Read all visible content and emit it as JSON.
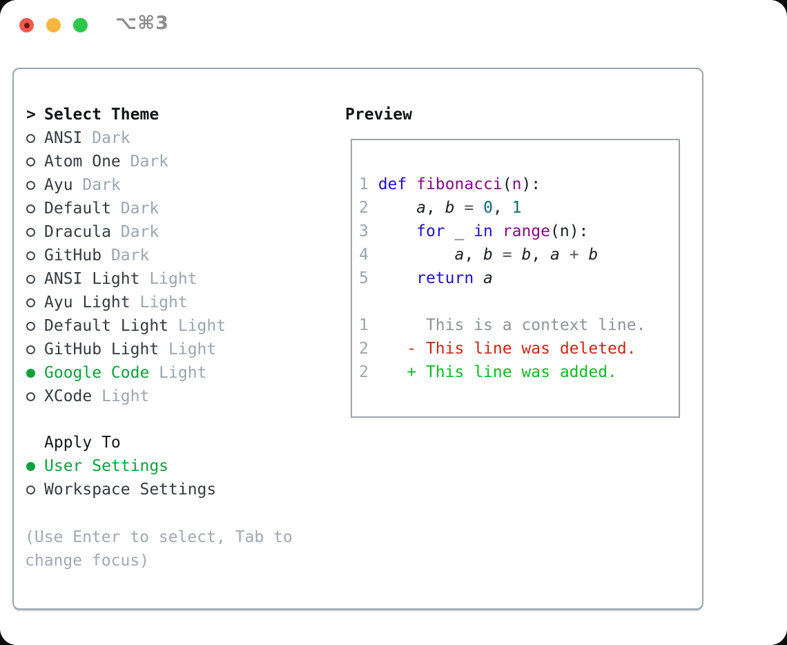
{
  "titlebar": {
    "shortcut": "⌥⌘3",
    "traffic_lights": [
      "close",
      "minimize",
      "zoom"
    ]
  },
  "select_theme": {
    "prompt": ">",
    "title": "Select Theme",
    "themes": [
      {
        "name": "ANSI",
        "variant": "Dark",
        "selected": false
      },
      {
        "name": "Atom One",
        "variant": "Dark",
        "selected": false
      },
      {
        "name": "Ayu",
        "variant": "Dark",
        "selected": false
      },
      {
        "name": "Default",
        "variant": "Dark",
        "selected": false
      },
      {
        "name": "Dracula",
        "variant": "Dark",
        "selected": false
      },
      {
        "name": "GitHub",
        "variant": "Dark",
        "selected": false
      },
      {
        "name": "ANSI Light",
        "variant": "Light",
        "selected": false
      },
      {
        "name": "Ayu Light",
        "variant": "Light",
        "selected": false
      },
      {
        "name": "Default Light",
        "variant": "Light",
        "selected": false
      },
      {
        "name": "GitHub Light",
        "variant": "Light",
        "selected": false
      },
      {
        "name": "Google Code",
        "variant": "Light",
        "selected": true
      },
      {
        "name": "XCode",
        "variant": "Light",
        "selected": false
      }
    ]
  },
  "apply_to": {
    "title": "Apply To",
    "options": [
      {
        "label": "User Settings",
        "selected": true
      },
      {
        "label": "Workspace Settings",
        "selected": false
      }
    ]
  },
  "hint": "(Use Enter to select, Tab to change focus)",
  "preview": {
    "title": "Preview",
    "code_lines": [
      {
        "num": "1",
        "segments": [
          {
            "t": "def",
            "s": "kw"
          },
          {
            "t": " ",
            "s": "pl"
          },
          {
            "t": "fibonacci",
            "s": "fn"
          },
          {
            "t": "(",
            "s": "pl"
          },
          {
            "t": "n",
            "s": "param"
          },
          {
            "t": "):",
            "s": "pl"
          }
        ]
      },
      {
        "num": "2",
        "segments": [
          {
            "t": "    ",
            "s": "pl"
          },
          {
            "t": "a",
            "s": "var"
          },
          {
            "t": ", ",
            "s": "pl"
          },
          {
            "t": "b",
            "s": "var"
          },
          {
            "t": " = ",
            "s": "op"
          },
          {
            "t": "0",
            "s": "lit"
          },
          {
            "t": ", ",
            "s": "pl"
          },
          {
            "t": "1",
            "s": "lit"
          }
        ]
      },
      {
        "num": "3",
        "segments": [
          {
            "t": "    ",
            "s": "pl"
          },
          {
            "t": "for",
            "s": "kw"
          },
          {
            "t": " _ ",
            "s": "pl"
          },
          {
            "t": "in",
            "s": "kw"
          },
          {
            "t": " ",
            "s": "pl"
          },
          {
            "t": "range",
            "s": "fn"
          },
          {
            "t": "(n):",
            "s": "pl"
          }
        ]
      },
      {
        "num": "4",
        "segments": [
          {
            "t": "        ",
            "s": "pl"
          },
          {
            "t": "a",
            "s": "var"
          },
          {
            "t": ", ",
            "s": "pl"
          },
          {
            "t": "b",
            "s": "var"
          },
          {
            "t": " = ",
            "s": "op"
          },
          {
            "t": "b",
            "s": "var"
          },
          {
            "t": ", ",
            "s": "pl"
          },
          {
            "t": "a",
            "s": "var"
          },
          {
            "t": " + ",
            "s": "op"
          },
          {
            "t": "b",
            "s": "var"
          }
        ]
      },
      {
        "num": "5",
        "segments": [
          {
            "t": "    ",
            "s": "pl"
          },
          {
            "t": "return",
            "s": "kw"
          },
          {
            "t": " ",
            "s": "pl"
          },
          {
            "t": "a",
            "s": "var"
          }
        ]
      }
    ],
    "diff_lines": [
      {
        "num": "1",
        "marker": " ",
        "text": "This is a context line.",
        "kind": "context"
      },
      {
        "num": "2",
        "marker": "-",
        "text": "This line was deleted.",
        "kind": "deleted"
      },
      {
        "num": "2",
        "marker": "+",
        "text": "This line was added.",
        "kind": "added"
      }
    ]
  },
  "colors": {
    "selection_green": "#0da23c",
    "added_green": "#0cbd1e",
    "deleted_red": "#cb2619",
    "keyword_blue": "#2012cc",
    "function_purple": "#830d84",
    "literal_teal": "#0a6b70",
    "line_number_gray": "#9aa5b1",
    "variant_gray": "#9aa6b2",
    "hint_gray": "#9fa9b4",
    "panel_border_gray": "#9aa3ad",
    "traffic_red": "#f25a50",
    "traffic_yellow": "#f5b83d",
    "traffic_green": "#2ec74a"
  }
}
